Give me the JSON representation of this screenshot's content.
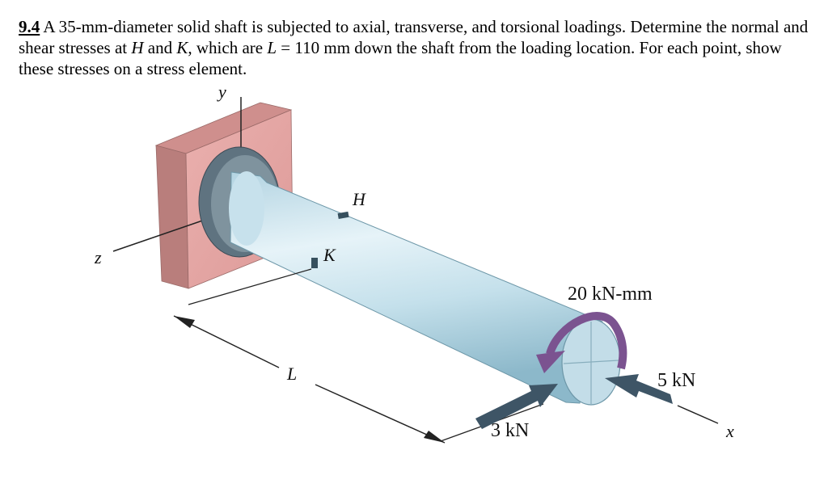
{
  "problem": {
    "number": "9.4",
    "t1": " A 35-mm-diameter solid shaft is subjected to axial, transverse, and torsional loadings. Determine the normal and shear stresses at ",
    "var_H": "H",
    "t2": " and ",
    "var_K": "K",
    "t3": ", which are ",
    "var_L": "L",
    "t4": " = 110 mm down the shaft from the loading location. For each point, show these stresses on a stress element."
  },
  "figure": {
    "axis_y": "y",
    "axis_z": "z",
    "axis_x": "x",
    "point_H": "H",
    "point_K": "K",
    "dim_L": "L",
    "torque": "20 kN-mm",
    "axial_force": "5 kN",
    "transverse_force": "3 kN"
  },
  "colors": {
    "wall_front": "#e7a6a4",
    "wall_side": "#b97e7c",
    "wall_top": "#cf8f8d",
    "shaft_light": "#dcedf4",
    "shaft_mid": "#b9d9e6",
    "shaft_dark": "#8fbccd",
    "flange": "#6d7f8a",
    "arrow_steel": "#3e5566",
    "torque_arrow": "#7b5390"
  }
}
